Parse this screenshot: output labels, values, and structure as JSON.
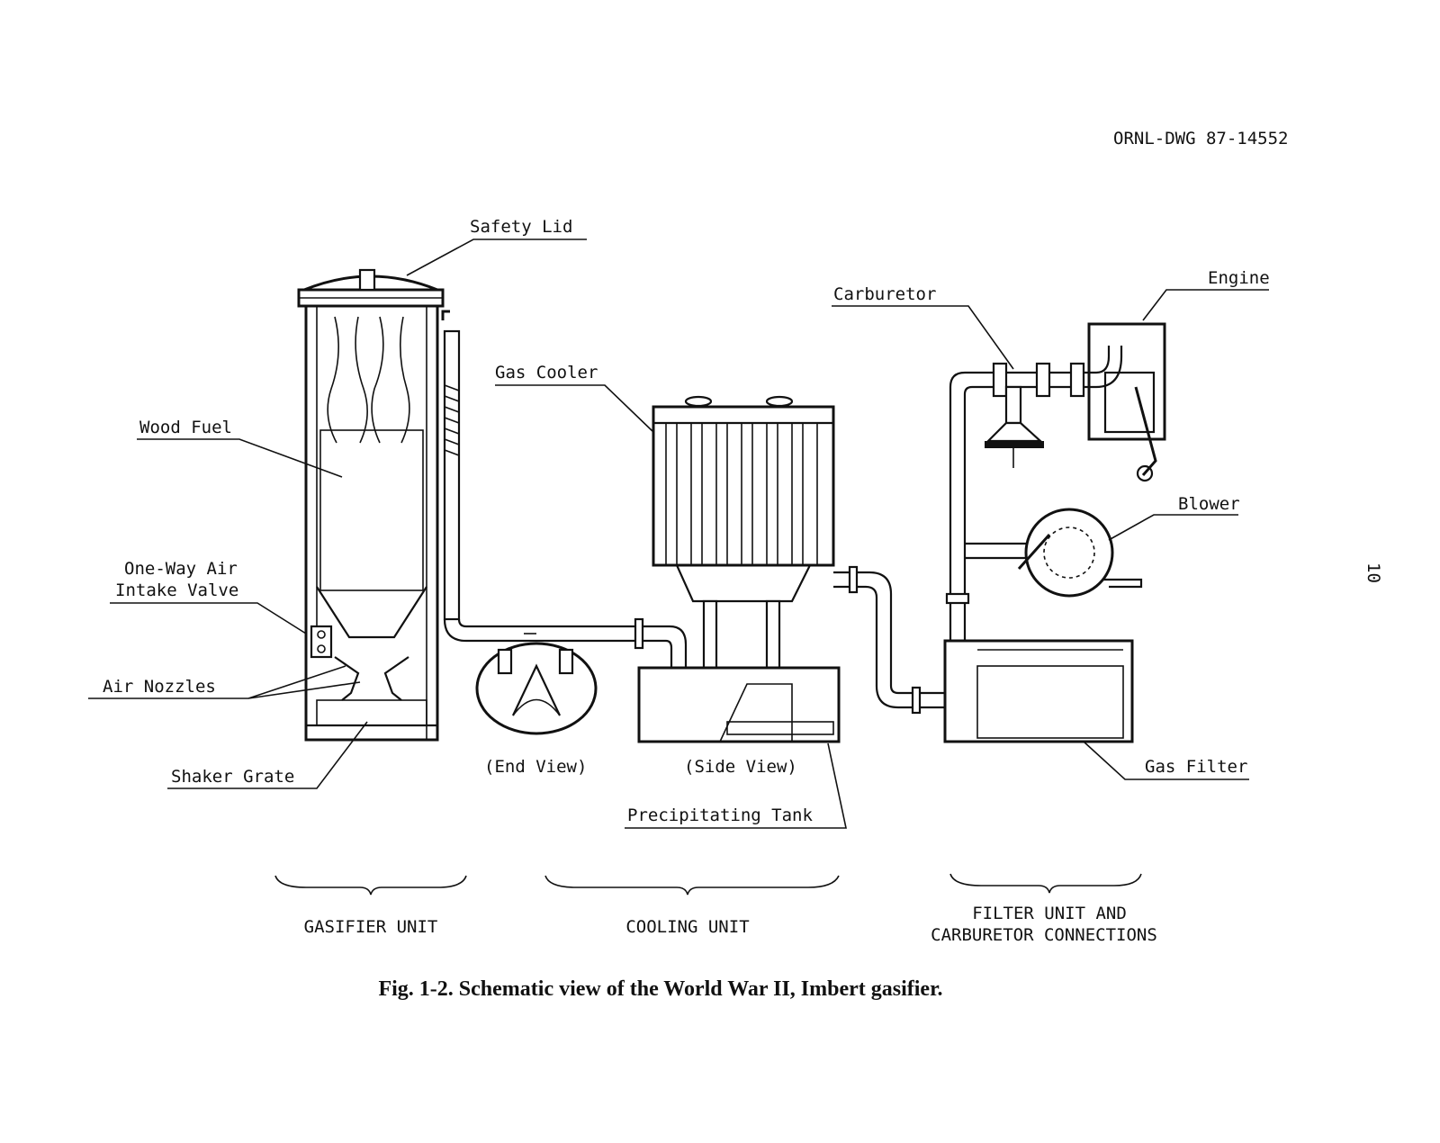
{
  "drawing_number": "ORNL-DWG 87-14552",
  "page_number": "10",
  "labels": {
    "safety_lid": "Safety Lid",
    "wood_fuel": "Wood Fuel",
    "air_valve_line1": "One-Way Air",
    "air_valve_line2": "Intake Valve",
    "air_nozzles": "Air Nozzles",
    "shaker_grate": "Shaker Grate",
    "gas_cooler": "Gas Cooler",
    "end_view": "(End View)",
    "side_view": "(Side View)",
    "precipitating_tank": "Precipitating Tank",
    "carburetor": "Carburetor",
    "engine": "Engine",
    "blower": "Blower",
    "gas_filter": "Gas Filter"
  },
  "units": {
    "gasifier": "GASIFIER UNIT",
    "cooling": "COOLING UNIT",
    "filter_line1": "FILTER UNIT AND",
    "filter_line2": "CARBURETOR CONNECTIONS"
  },
  "caption": "Fig. 1-2. Schematic view of the World War II, Imbert gasifier."
}
